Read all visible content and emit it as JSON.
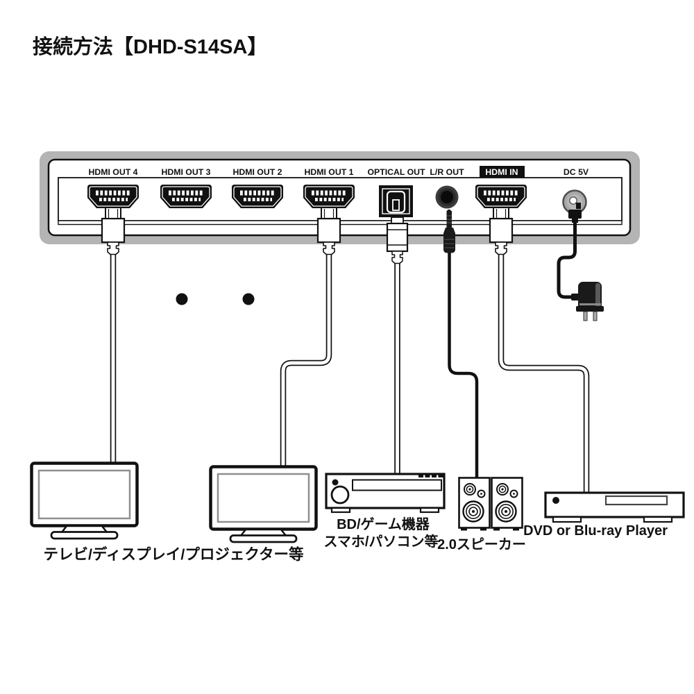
{
  "title": "接続方法【DHD-S14SA】",
  "panel": {
    "ports": {
      "hdmi_out_4": "HDMI OUT 4",
      "hdmi_out_3": "HDMI OUT 3",
      "hdmi_out_2": "HDMI OUT 2",
      "hdmi_out_1": "HDMI OUT 1",
      "optical_out": "OPTICAL OUT",
      "lr_out": "L/R OUT",
      "hdmi_in": "HDMI IN",
      "dc_5v": "DC 5V"
    }
  },
  "devices": {
    "tv_label": "テレビ/ディスプレイ/プロジェクター等",
    "source_label_line1": "BD/ゲーム機器",
    "source_label_line2": "スマホ/パソコン等",
    "speaker_label": "2.0スピーカー",
    "player_label": "DVD or Blu-ray Player"
  },
  "colors": {
    "ink": "#111111",
    "shadow_gray": "#b4b4b4",
    "screen_border": "#8f8f8f"
  }
}
